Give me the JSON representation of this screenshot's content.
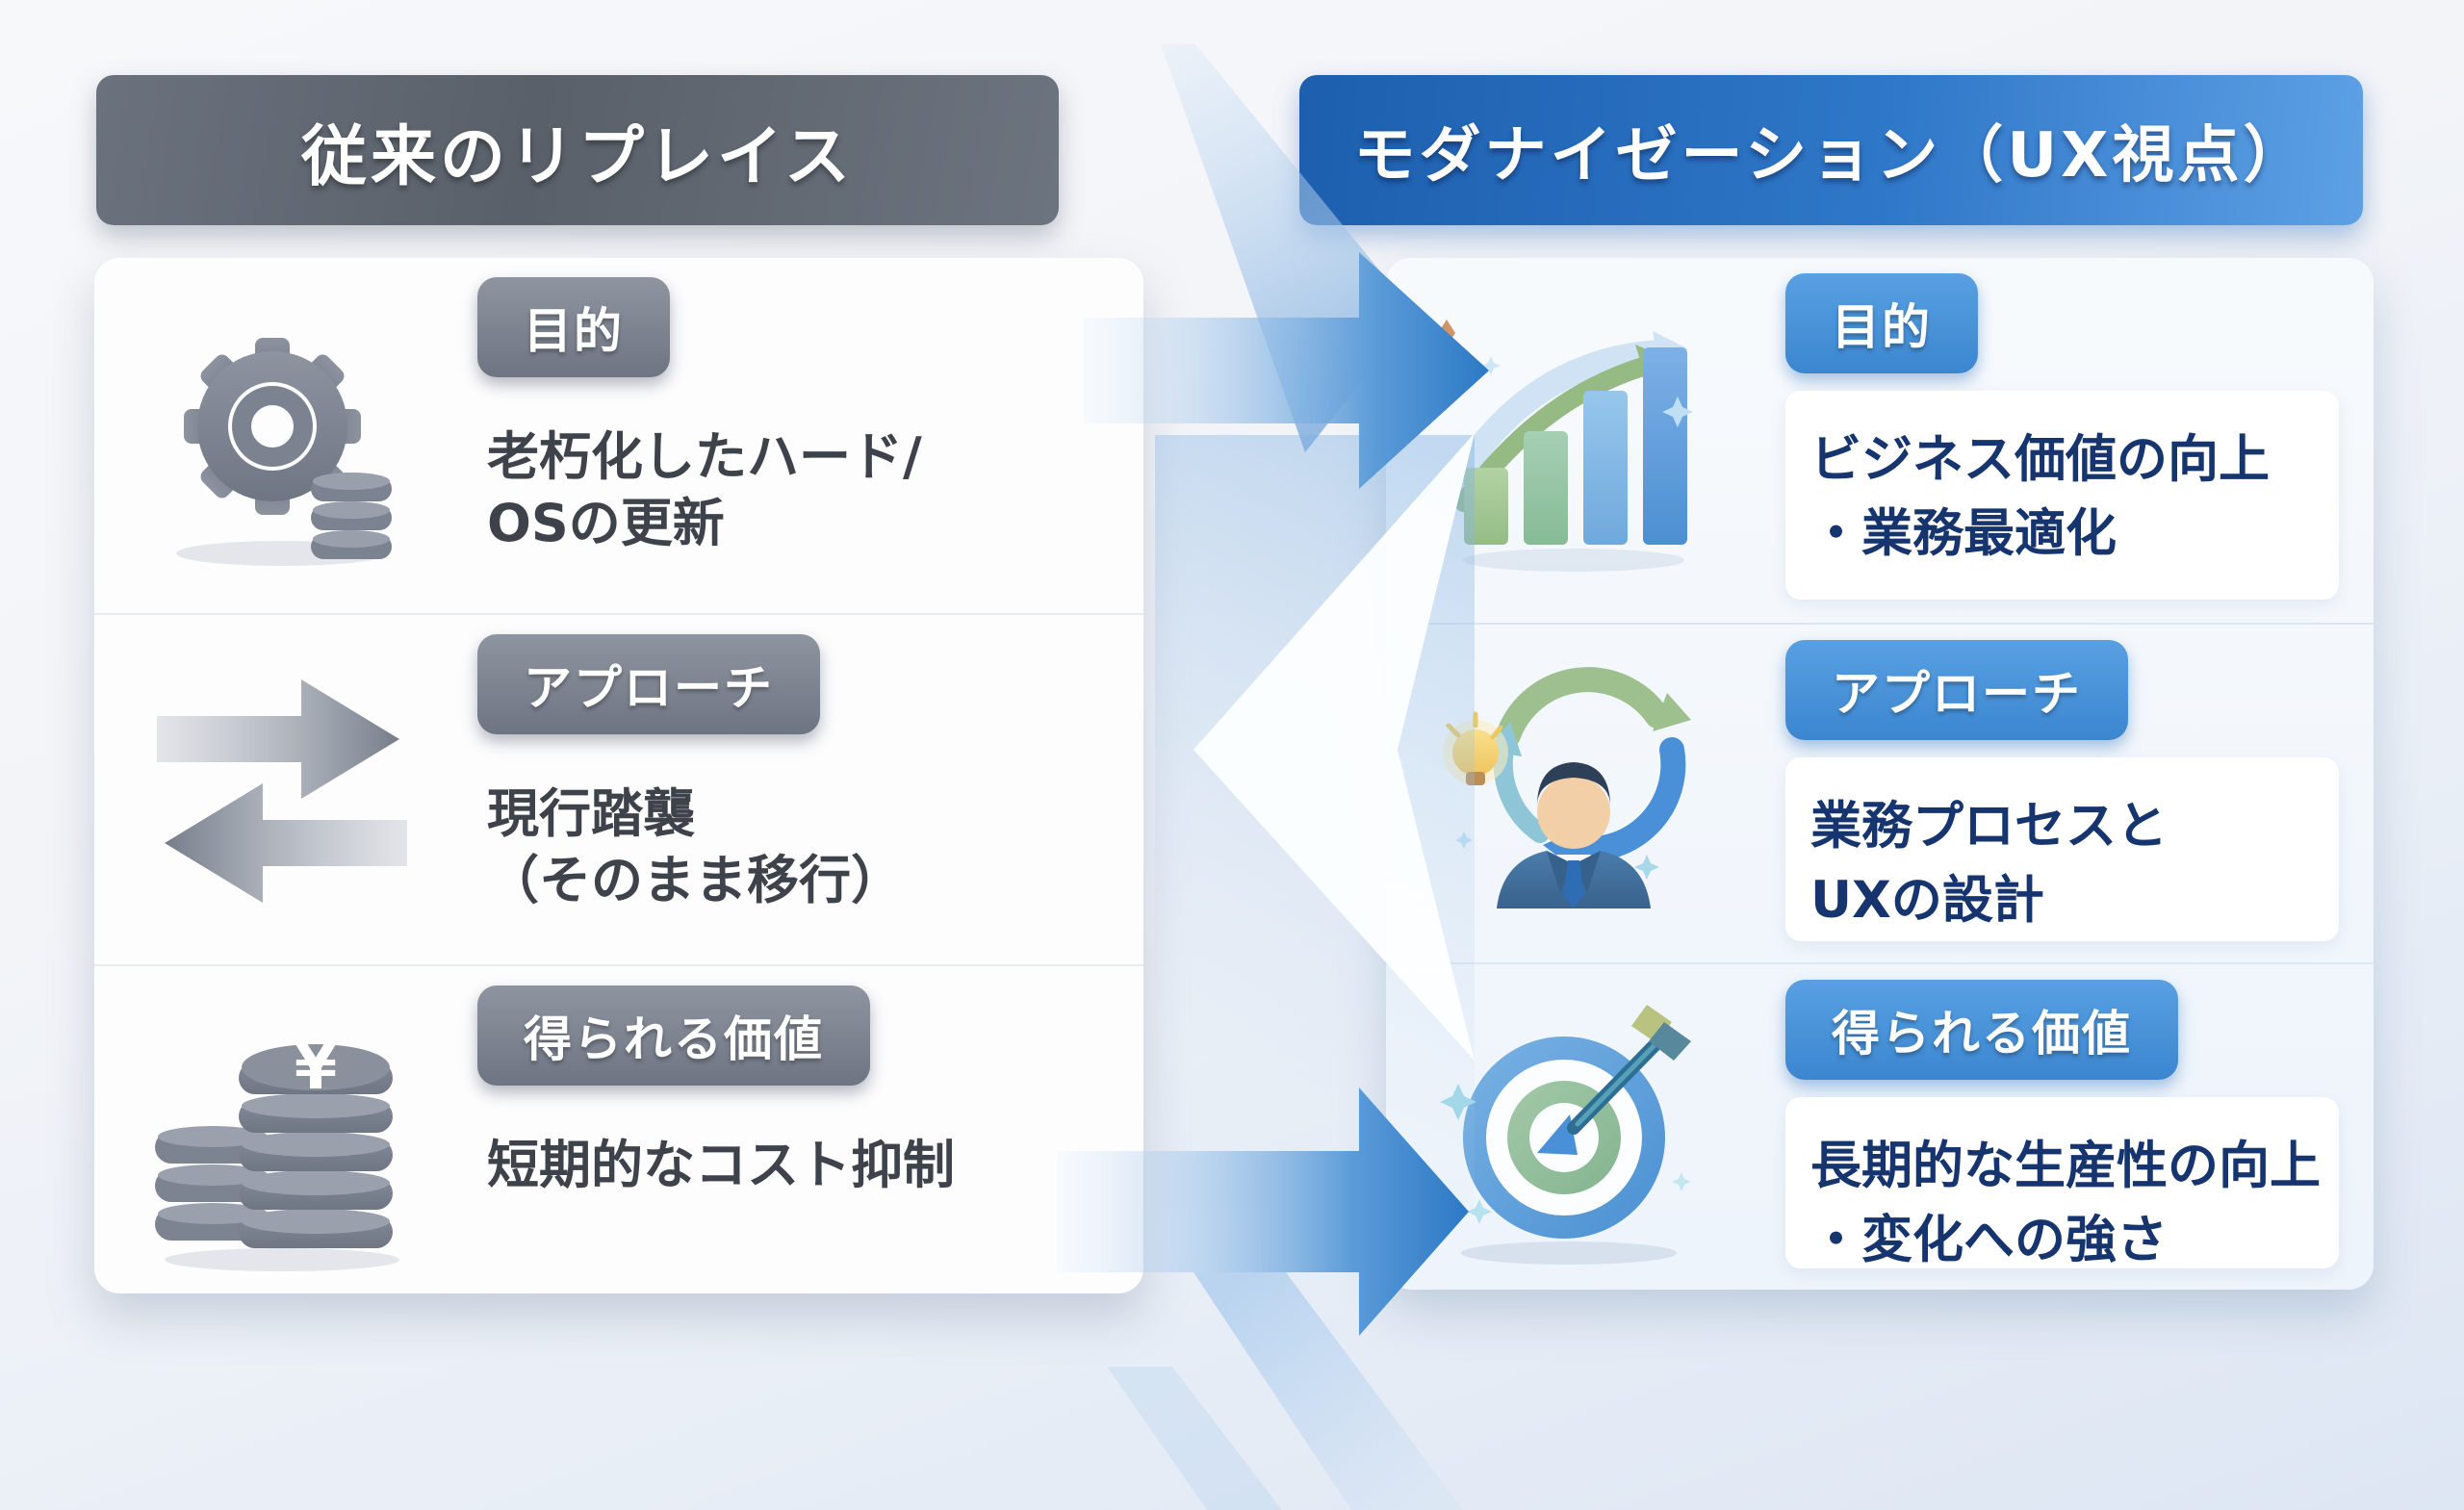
{
  "comparison": {
    "left_column": {
      "header": "従来のリプレイス",
      "rows": [
        {
          "badge": "目的",
          "text": "老朽化したハード/\nOSの更新",
          "icon": "gear-database-icon"
        },
        {
          "badge": "アプローチ",
          "text": "現行踏襲\n（そのまま移行）",
          "icon": "swap-arrows-icon"
        },
        {
          "badge": "得られる価値",
          "text": "短期的なコスト抑制",
          "icon": "yen-coins-icon"
        }
      ]
    },
    "right_column": {
      "header": "モダナイゼーション（UX視点）",
      "rows": [
        {
          "badge": "目的",
          "text": "ビジネス価値の向上\n・業務最適化",
          "icon": "growth-chart-icon"
        },
        {
          "badge": "アプローチ",
          "text": "業務プロセスと\nUXの設計",
          "icon": "person-cycle-icon"
        },
        {
          "badge": "得られる価値",
          "text": "長期的な生産性の向上\n・変化への強さ",
          "icon": "target-arrow-icon"
        }
      ]
    }
  },
  "icons": {
    "yen_symbol": "¥"
  },
  "colors": {
    "left_header_bg": "#5d6570",
    "right_header_bg": "#2a6fc2",
    "left_badge_bg": "#7b8390",
    "right_badge_bg": "#4793d9",
    "left_text": "#3e434b",
    "right_text": "#16356f",
    "flow_arrow_blue": "#2f7cc6",
    "panel_bg": "#fdfdfe"
  }
}
